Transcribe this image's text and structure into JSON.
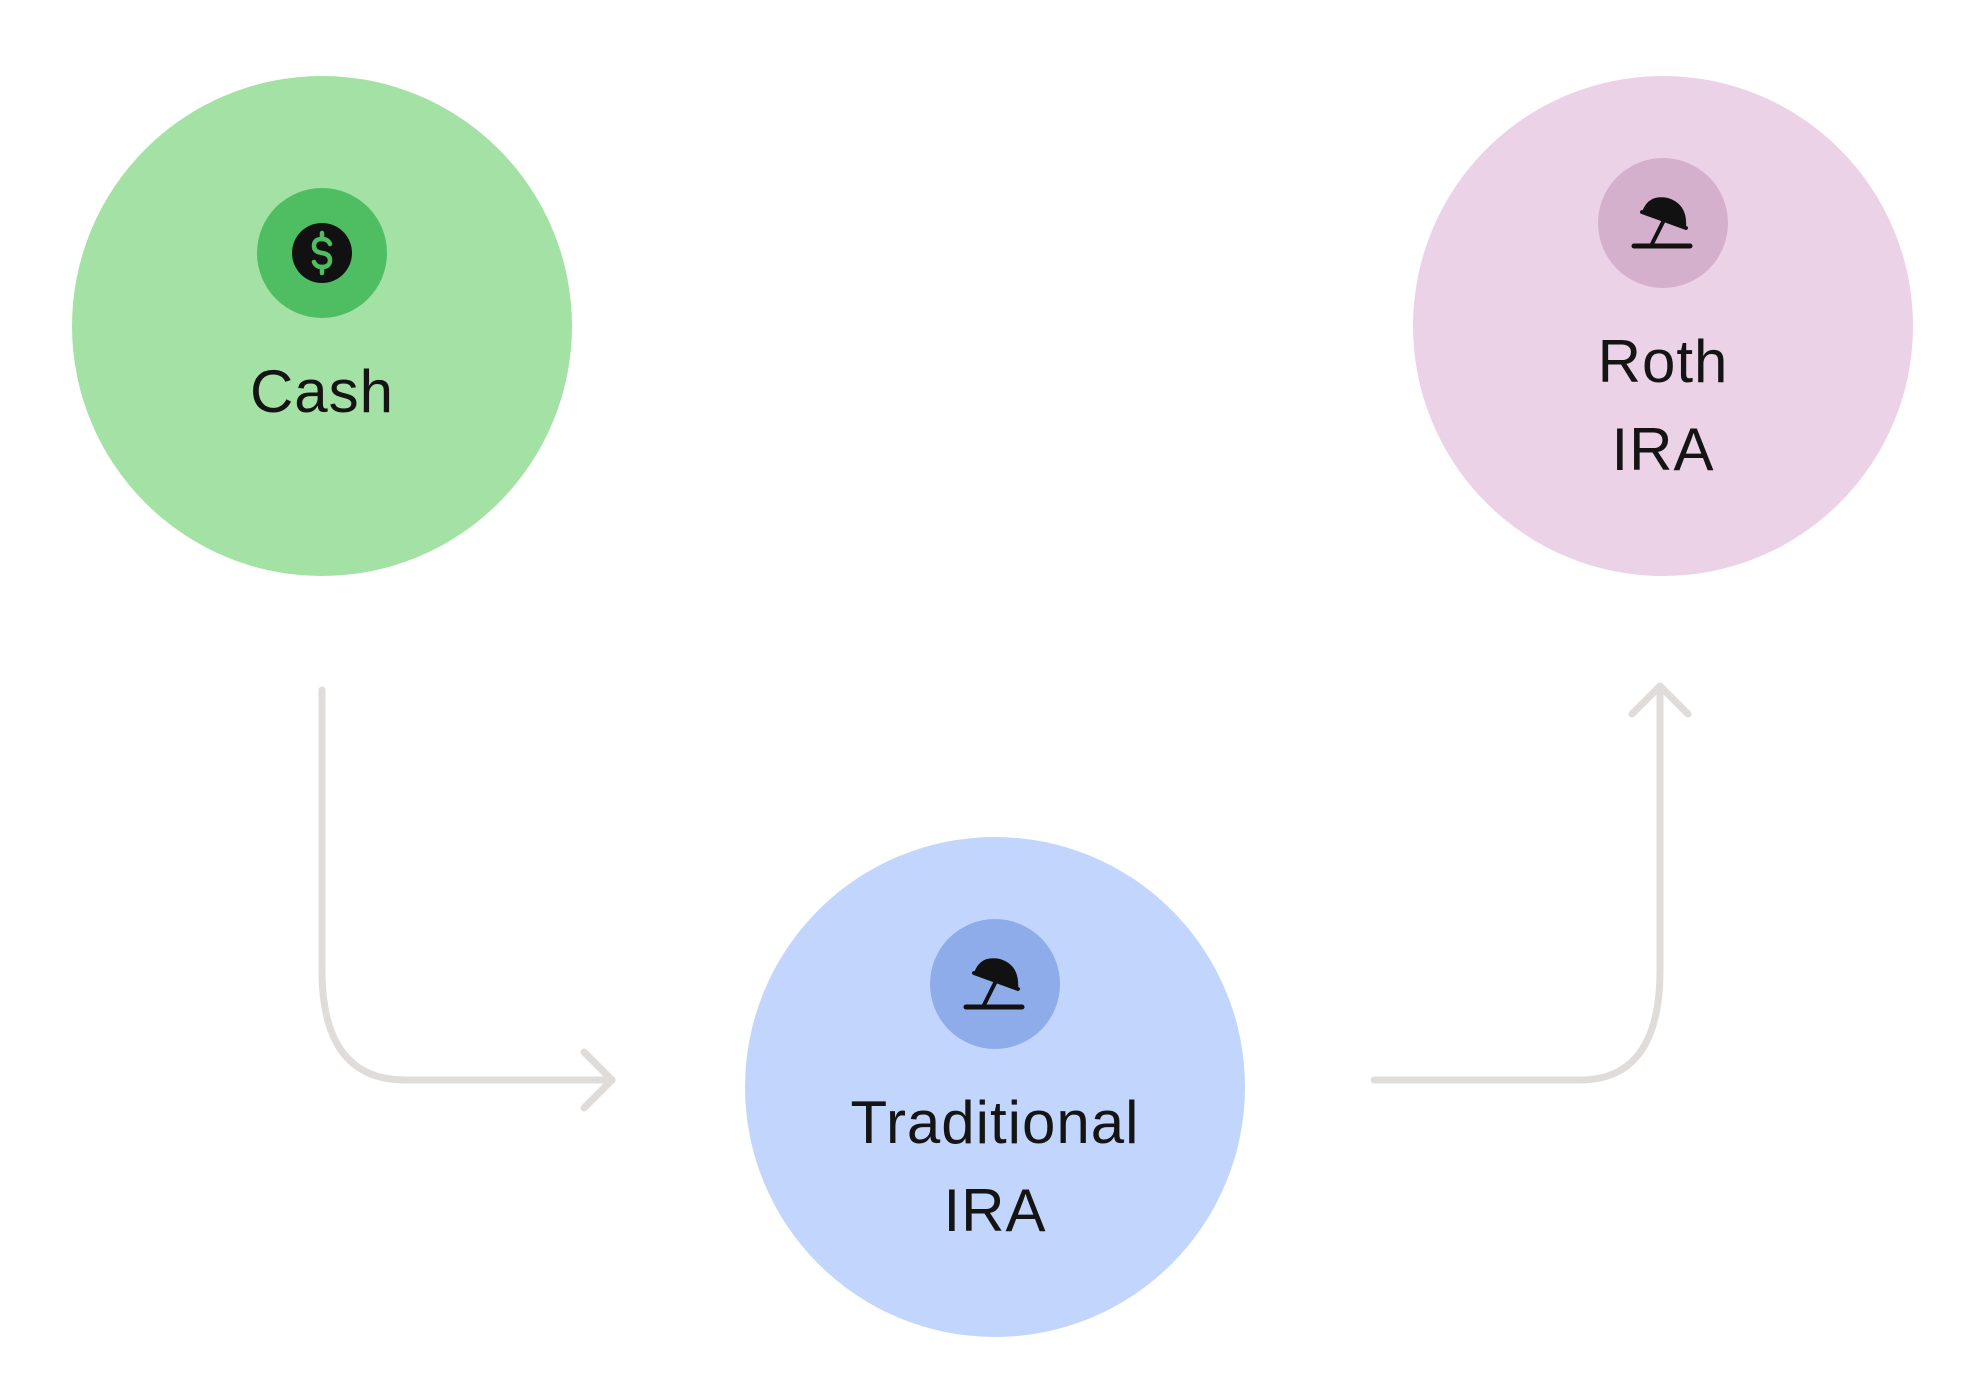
{
  "nodes": {
    "cash": {
      "label": "Cash",
      "icon": "dollar-icon",
      "color": "#a3e2a4",
      "icon_bg": "#4fbe62"
    },
    "traditional_ira": {
      "label_line1": "Traditional",
      "label_line2": "IRA",
      "icon": "beach-umbrella-icon",
      "color": "#c2d6fd",
      "icon_bg": "#8eace9"
    },
    "roth_ira": {
      "label_line1": "Roth",
      "label_line2": "IRA",
      "icon": "beach-umbrella-icon",
      "color": "#ebd2e6",
      "icon_bg": "#d5b0cd"
    }
  },
  "edges": [
    {
      "from": "cash",
      "to": "traditional_ira"
    },
    {
      "from": "traditional_ira",
      "to": "roth_ira"
    }
  ],
  "connector_color": "#e0dcda"
}
